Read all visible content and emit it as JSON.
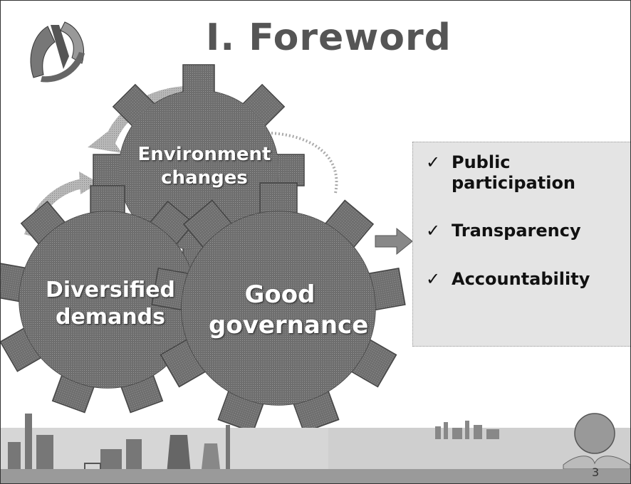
{
  "slide": {
    "title": "I. Foreword",
    "gears": {
      "top": "Environment changes",
      "left": "Diversified demands",
      "right": "Good governance"
    },
    "outcomes": [
      {
        "check": "✓",
        "label": "Public participation"
      },
      {
        "check": "✓",
        "label": "Transparency"
      },
      {
        "check": "✓",
        "label": "Accountability"
      }
    ],
    "page_number": "3"
  }
}
